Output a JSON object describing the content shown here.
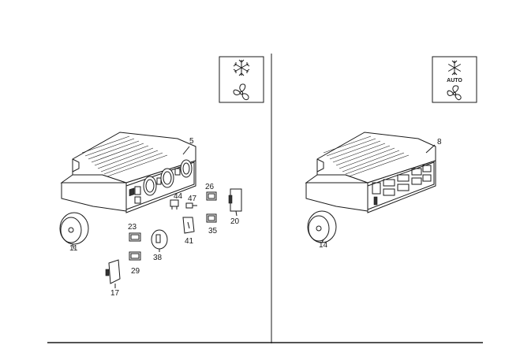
{
  "left_panel": {
    "symbol_box": {
      "top_icon": "snowflake-icon",
      "bottom_icon": "fan-icon"
    },
    "callouts": [
      "5",
      "26",
      "20",
      "44",
      "47",
      "35",
      "41",
      "11",
      "23",
      "38",
      "29",
      "17"
    ]
  },
  "right_panel": {
    "symbol_box": {
      "top_icon": "snowflake-icon",
      "label": "AUTO",
      "bottom_icon": "fan-icon"
    },
    "callouts": [
      "8",
      "14"
    ]
  }
}
